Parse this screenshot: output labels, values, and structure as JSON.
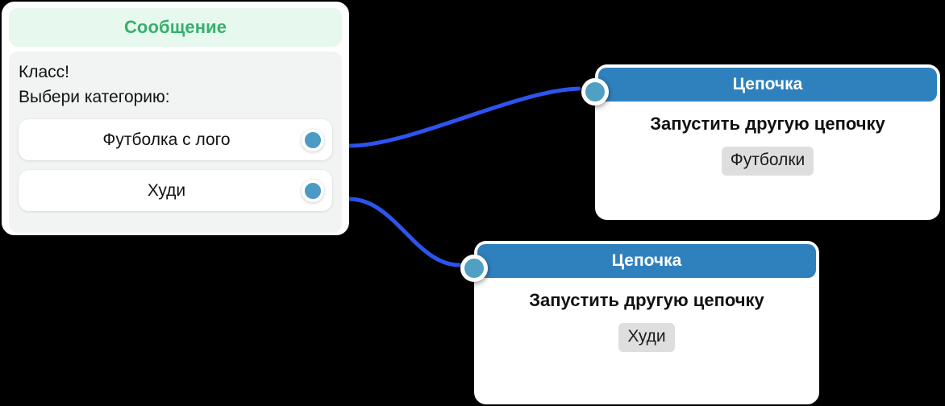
{
  "canvas": {
    "background": "#000000",
    "edge_color": "#2d54ee",
    "handle_color": "#4b9bc4",
    "green_accent": "#36b06c",
    "blue_accent": "#2f81bd",
    "tag_background": "#dedede"
  },
  "message_node": {
    "title": "Сообщение",
    "text_lines": [
      "Класс!",
      "Выбери категорию:"
    ],
    "choices": [
      {
        "label": "Футболка с лого",
        "handle_icon": "connection-dot-icon"
      },
      {
        "label": "Худи",
        "handle_icon": "connection-dot-icon"
      }
    ]
  },
  "chain_nodes": [
    {
      "title": "Цепочка",
      "action": "Запустить другую цепочку",
      "tag": "Футболки",
      "handle_icon": "connection-dot-icon"
    },
    {
      "title": "Цепочка",
      "action": "Запустить другую цепочку",
      "tag": "Худи",
      "handle_icon": "connection-dot-icon"
    }
  ],
  "edges": [
    {
      "name": "edge-tshirt",
      "from": "choice-0",
      "to": "chain-node-0"
    },
    {
      "name": "edge-hoodie",
      "from": "choice-1",
      "to": "chain-node-1"
    }
  ]
}
